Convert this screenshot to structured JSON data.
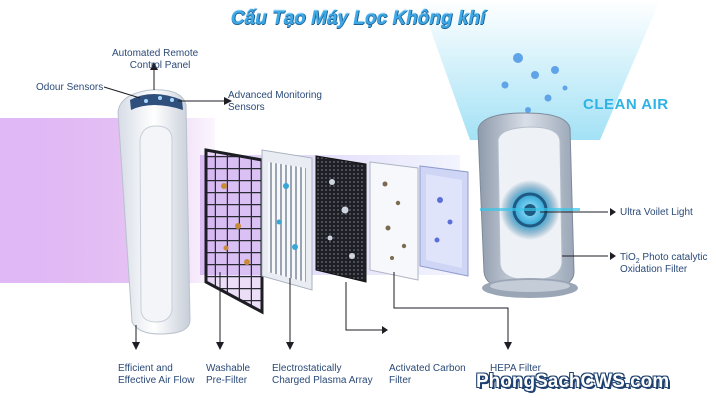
{
  "title": "Cấu Tạo Máy Lọc Không khí",
  "clean_air": "CLEAN AIR",
  "watermark": "PhongSachCWS.com",
  "labels": {
    "control_panel_1": "Automated Remote",
    "control_panel_2": "Control Panel",
    "odour": "Odour Sensors",
    "monitoring_1": "Advanced Monitoring",
    "monitoring_2": "Sensors",
    "uv": "Ultra Voilet Light",
    "tio2_a": "TiO",
    "tio2_sub": "2",
    "tio2_b": " Photo catalytic",
    "tio2_line2": "Oxidation Filter",
    "airflow_1": "Efficient and",
    "airflow_2": "Effective Air Flow",
    "prefilter_1": "Washable",
    "prefilter_2": "Pre-Filter",
    "plasma_1": "Electrostatically",
    "plasma_2": "Charged Plasma Array",
    "carbon_1": "Activated Carbon",
    "carbon_2": "Filter",
    "hepa": "HEPA Filter"
  },
  "colors": {
    "label": "#2b4a78",
    "title": "#3fa9e6",
    "clean_air": "#2fb3e6",
    "purple_glow": "#b24de0",
    "cyan_glow": "#7fd6f2"
  }
}
